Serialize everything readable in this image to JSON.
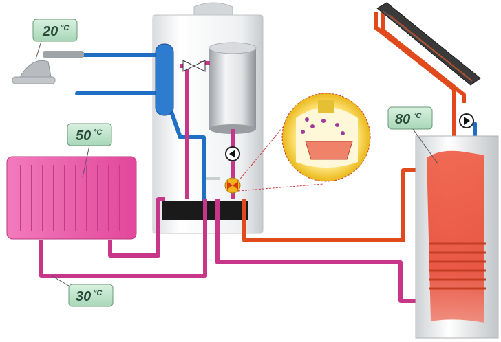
{
  "labels": {
    "tap_temp": "20",
    "radiator_temp": "50",
    "return_temp": "30",
    "tank_temp": "80",
    "unit": "°C"
  },
  "colors": {
    "hot_pipe": "#e04a1c",
    "cold_pipe": "#1f6fc4",
    "heating_pipe": "#c8368a",
    "radiator": "#ec5aa8",
    "label_bg": "#bfe6cc",
    "label_border": "#6a9a7a",
    "valve": "#f2b21c",
    "boiler_body": "#eceef0"
  },
  "icons": [
    "shower-head-icon",
    "pump-icon",
    "three-way-valve-icon",
    "solar-collector-icon"
  ]
}
